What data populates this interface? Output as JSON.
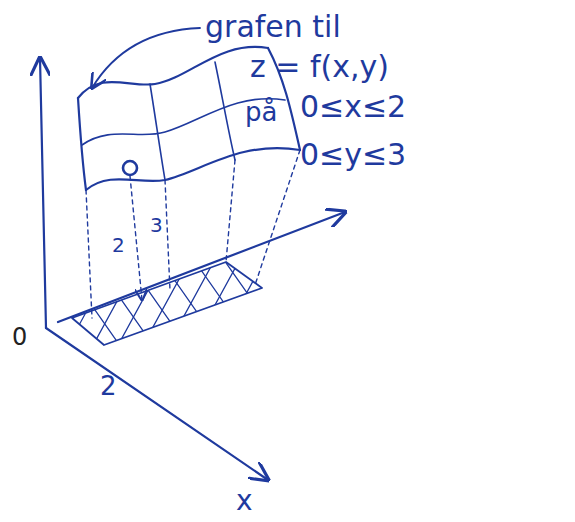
{
  "diagram": {
    "labels": [
      "grafen til",
      "z = f(x,y)",
      "på",
      "0≤x≤2",
      "0≤y≤3",
      "0",
      "2",
      "2",
      "3",
      "x"
    ]
  }
}
